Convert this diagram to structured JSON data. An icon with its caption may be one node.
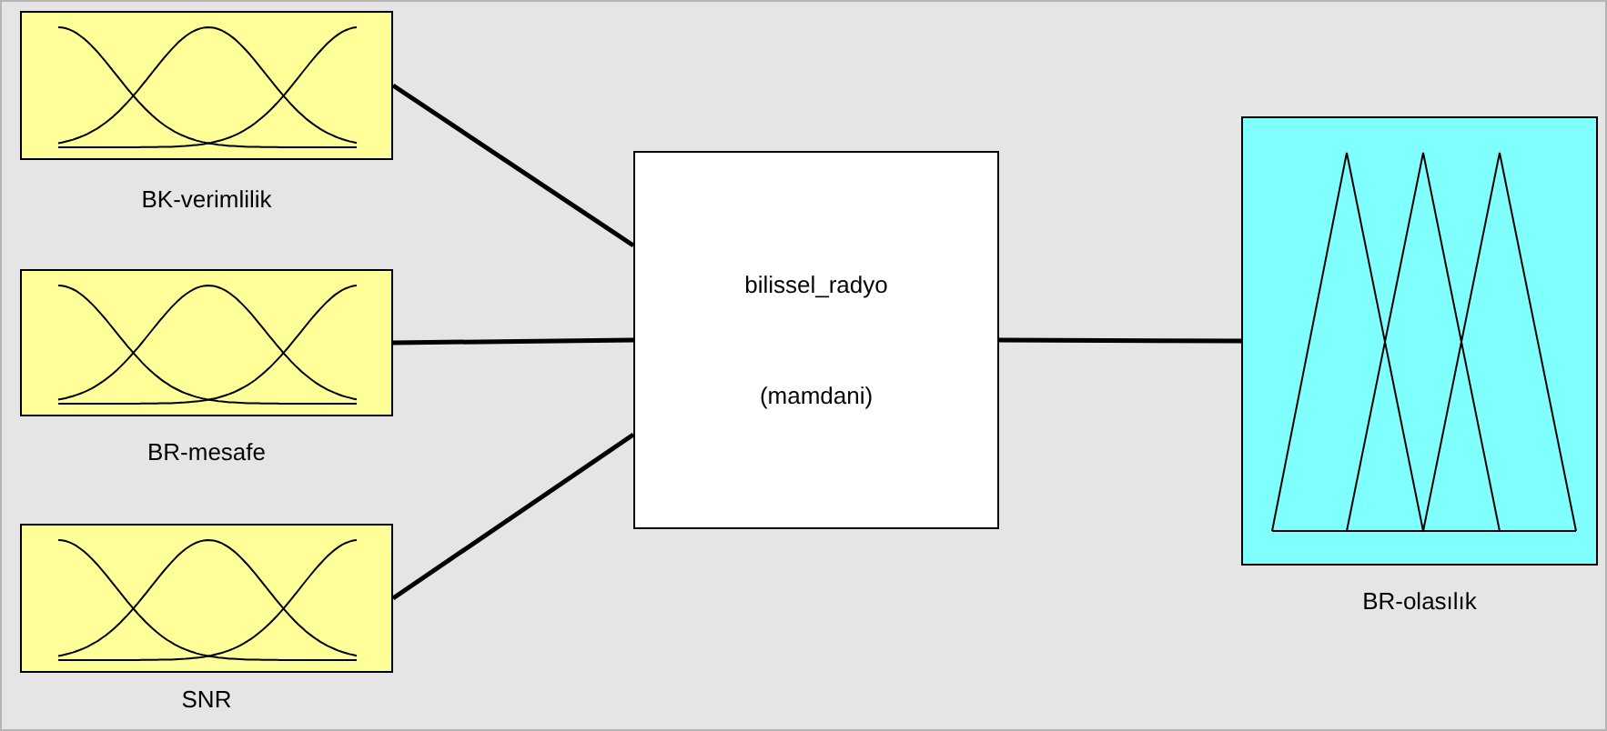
{
  "diagram": {
    "nodes": [
      {
        "text": [
          "BK-verimlilik"
        ]
      },
      {
        "text": [
          "BR-mesafe"
        ]
      },
      {
        "text": [
          "SNR"
        ]
      },
      {
        "text": [
          "bilissel_radyo",
          "(mamdani)"
        ]
      },
      {
        "text": [
          "BR-olasılık"
        ]
      }
    ],
    "edges": [
      {
        "from": 0,
        "to": 3,
        "arrow": "none"
      },
      {
        "from": 1,
        "to": 3,
        "arrow": "none"
      },
      {
        "from": 2,
        "to": 3,
        "arrow": "none"
      },
      {
        "from": 3,
        "to": 4,
        "arrow": "none"
      }
    ]
  }
}
